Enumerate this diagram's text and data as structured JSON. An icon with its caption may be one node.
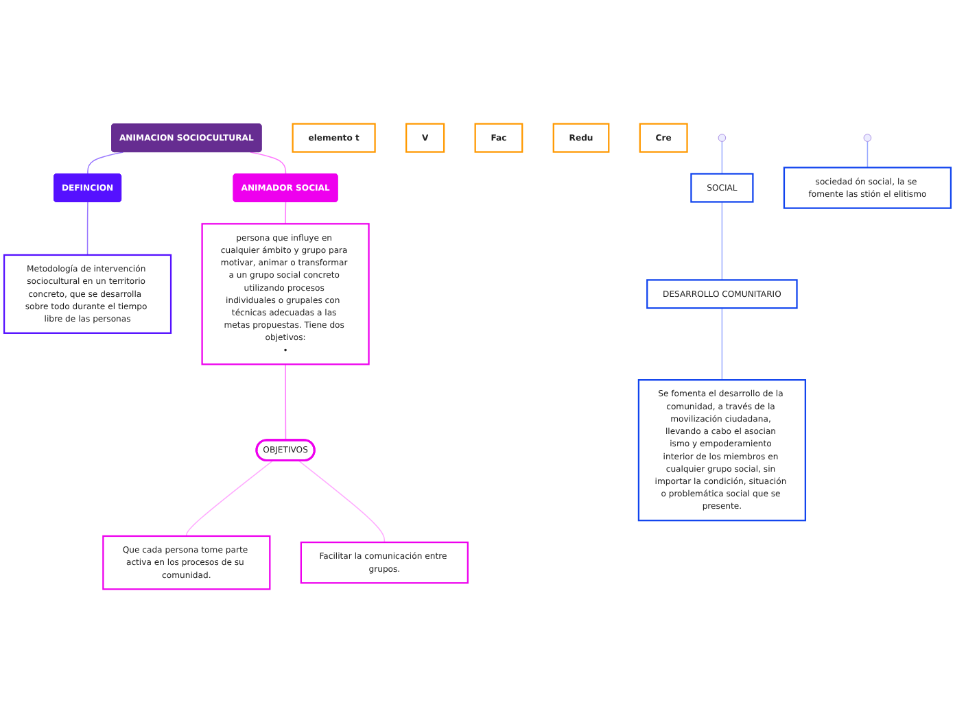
{
  "diagram": {
    "nodes": [
      {
        "text": [
          "ANIMACION SOCIOCULTURAL"
        ]
      },
      {
        "text": [
          "DEFINCION"
        ]
      },
      {
        "text": [
          "Metodología de intervención sociocultural en un territorio concreto, que se desarrolla  sobre todo durante el tiempo libre de las personas"
        ]
      },
      {
        "text": [
          "ANIMADOR SOCIAL"
        ]
      },
      {
        "text": [
          "persona que influye en cualquier ámbito y grupo para motivar, animar o transformar a un grupo social concreto utilizando procesos individuales o grupales con  técnicas adecuadas a las metas propuestas. Tiene dos objetivos:",
          "•"
        ]
      },
      {
        "text": [
          "OBJETIVOS"
        ]
      },
      {
        "text": [
          "Que cada persona tome parte activa en los procesos de su comunidad."
        ]
      },
      {
        "text": [
          "Facilitar la comunicación entre grupos."
        ]
      },
      {
        "text": [
          "SOCIAL"
        ]
      },
      {
        "text": [
          "DESARROLLO COMUNITARIO"
        ]
      },
      {
        "text": [
          "Se fomenta el desarrollo de la comunidad, a través de la movilización ciudadana, llevando a cabo el asocian ismo y empoderamiento interior de los miembros en cualquier grupo social, sin importar la condición, situación o problemática social que se presente."
        ]
      },
      {
        "text": [
          "sociedad ón social, la se fomente las stión el elitismo"
        ]
      },
      {
        "text": [
          "elemento t"
        ]
      },
      {
        "text": [
          "V"
        ]
      },
      {
        "text": [
          "Fac"
        ]
      },
      {
        "text": [
          "Redu"
        ]
      },
      {
        "text": [
          "Cre"
        ]
      }
    ],
    "edges": [
      {
        "from": 0,
        "to": 1,
        "arrow": "none",
        "color": "#9977ff"
      },
      {
        "from": 1,
        "to": 2,
        "arrow": "none",
        "color": "#9977ff"
      },
      {
        "from": 0,
        "to": 3,
        "arrow": "none",
        "color": "#ff77ff"
      },
      {
        "from": 3,
        "to": 4,
        "arrow": "none",
        "color": "#ff77ff"
      },
      {
        "from": 4,
        "to": 5,
        "arrow": "none",
        "color": "#ff77ff"
      },
      {
        "from": 5,
        "to": 6,
        "arrow": "none",
        "color": "#ffaaff"
      },
      {
        "from": 5,
        "to": 7,
        "arrow": "none",
        "color": "#ffaaff"
      },
      {
        "from": null,
        "to": 8,
        "arrow": "none",
        "color": "#99aaff"
      },
      {
        "from": 8,
        "to": 9,
        "arrow": "none",
        "color": "#99aaff"
      },
      {
        "from": 9,
        "to": 10,
        "arrow": "none",
        "color": "#99aaff"
      },
      {
        "from": null,
        "to": 11,
        "arrow": "none",
        "color": "#99aaff"
      }
    ]
  }
}
